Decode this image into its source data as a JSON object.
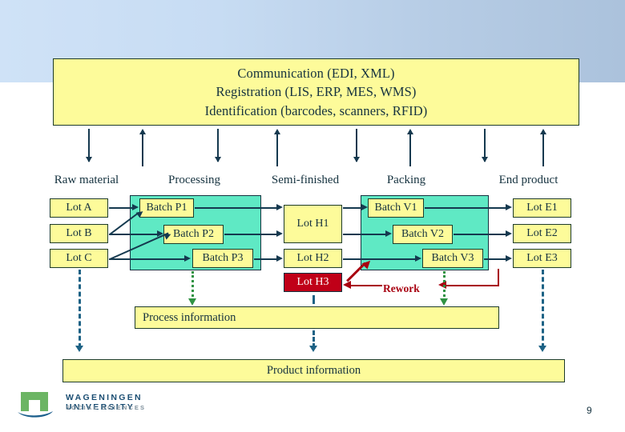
{
  "slide": {
    "page_number": "9",
    "colors": {
      "box_yellow": "#fdfb9a",
      "box_green": "#5fe9c4",
      "box_red": "#c00018",
      "text_navy": "#15323f",
      "arrow_navy": "#15394f",
      "rework_red": "#a80010",
      "dashed_blue": "#1d6285",
      "dotted_green": "#2f9243",
      "band_blue_left": "#cfe2f7",
      "band_blue_right": "#abc2dc"
    }
  },
  "header_box": {
    "lines": [
      "Communication (EDI, XML)",
      "Registration (LIS, ERP, MES, WMS)",
      "Identification (barcodes, scanners, RFID)"
    ]
  },
  "columns": [
    {
      "label": "Raw material"
    },
    {
      "label": "Processing"
    },
    {
      "label": "Semi-finished"
    },
    {
      "label": "Packing"
    },
    {
      "label": "End product"
    }
  ],
  "raw_material": {
    "lots": [
      {
        "label": "Lot A"
      },
      {
        "label": "Lot B"
      },
      {
        "label": "Lot C"
      }
    ]
  },
  "processing": {
    "batches": [
      {
        "label": "Batch P1"
      },
      {
        "label": "Batch P2"
      },
      {
        "label": "Batch P3"
      }
    ]
  },
  "semi_finished": {
    "lots": [
      {
        "label": "Lot H1",
        "status": "ok"
      },
      {
        "label": "Lot H2",
        "status": "ok"
      },
      {
        "label": "Lot H3",
        "status": "rejected"
      }
    ]
  },
  "packing": {
    "batches": [
      {
        "label": "Batch V1"
      },
      {
        "label": "Batch V2"
      },
      {
        "label": "Batch V3"
      }
    ]
  },
  "end_product": {
    "lots": [
      {
        "label": "Lot E1"
      },
      {
        "label": "Lot E2"
      },
      {
        "label": "Lot E3"
      }
    ]
  },
  "rework": {
    "label": "Rework"
  },
  "info_bars": {
    "process": "Process information",
    "product": "Product information"
  },
  "footer": {
    "logo_line1": "WAGENINGEN UNIVERSITY",
    "logo_line2": "SOCIAL SCIENCES"
  }
}
